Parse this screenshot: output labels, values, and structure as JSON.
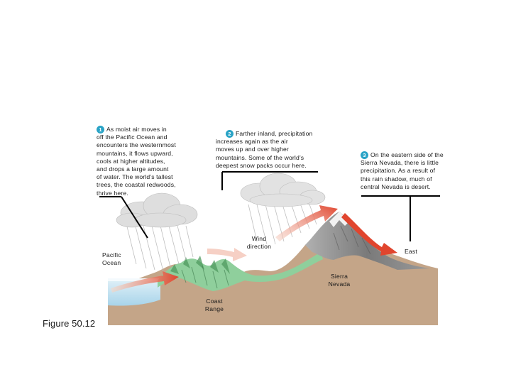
{
  "callouts": [
    {
      "number": "1",
      "lines": [
        "As moist air moves in",
        "off the Pacific Ocean and",
        "encounters the westernmost",
        "mountains, it flows upward,",
        "cools at higher altitudes,",
        "and drops a large amount",
        "of water. The world’s tallest",
        "trees, the coastal redwoods,",
        "thrive here."
      ]
    },
    {
      "number": "2",
      "lines": [
        "Farther inland, precipitation",
        "increases again as the air",
        "moves up and over higher",
        "mountains. Some of the world’s",
        "deepest snow packs occur here."
      ]
    },
    {
      "number": "3",
      "lines": [
        "On the eastern side of the",
        "Sierra Nevada, there is little",
        "precipitation. As a result of",
        "this rain shadow, much of",
        "central Nevada is desert."
      ]
    }
  ],
  "labels": {
    "wind": [
      "Wind",
      "direction"
    ],
    "east": "East",
    "pacific": [
      "Pacific",
      "Ocean"
    ],
    "sierra": [
      "Sierra",
      "Nevada"
    ],
    "coast": [
      "Coast",
      "Range"
    ]
  },
  "figure_caption": "Figure 50.12",
  "colors": {
    "ocean": "#cfe6f2",
    "land": "#c4a588",
    "coast_range_vegetation": "#8fcf9c",
    "sierra_rock": "#8a8a8a",
    "snow": "#f2f2f2",
    "wind_arrow": "#e0452e",
    "callout_badge": "#29a3c6"
  }
}
